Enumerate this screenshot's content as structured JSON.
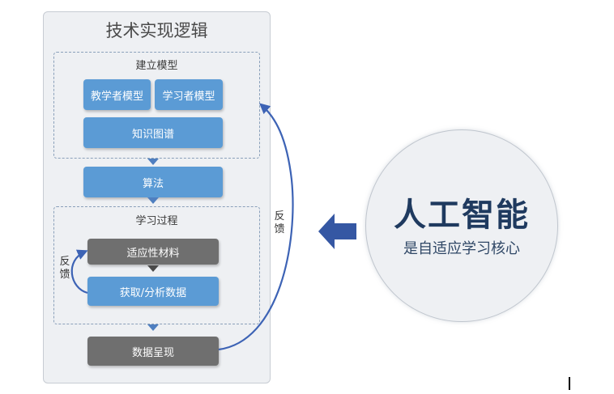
{
  "panel": {
    "title": "技术实现逻辑"
  },
  "model_section": {
    "label": "建立模型",
    "learning_model": "教学者模型",
    "learner_model": "学习者模型",
    "knowledge_graph": "知识图谱"
  },
  "algorithm": "算法",
  "learning_process": {
    "label": "学习过程",
    "adaptive_material": "适应性材料",
    "get_analyze_data": "获取/分析数据",
    "feedback_inner": "反馈"
  },
  "data_present": "数据呈现",
  "feedback_outer": "反馈",
  "ai": {
    "title": "人工智能",
    "subtitle": "是自适应学习核心"
  },
  "colors": {
    "box_blue": "#5b9bd5",
    "box_gray": "#6f6f6f",
    "arrow_blue": "#3d63b5",
    "ai_title": "#1f3a5f"
  }
}
